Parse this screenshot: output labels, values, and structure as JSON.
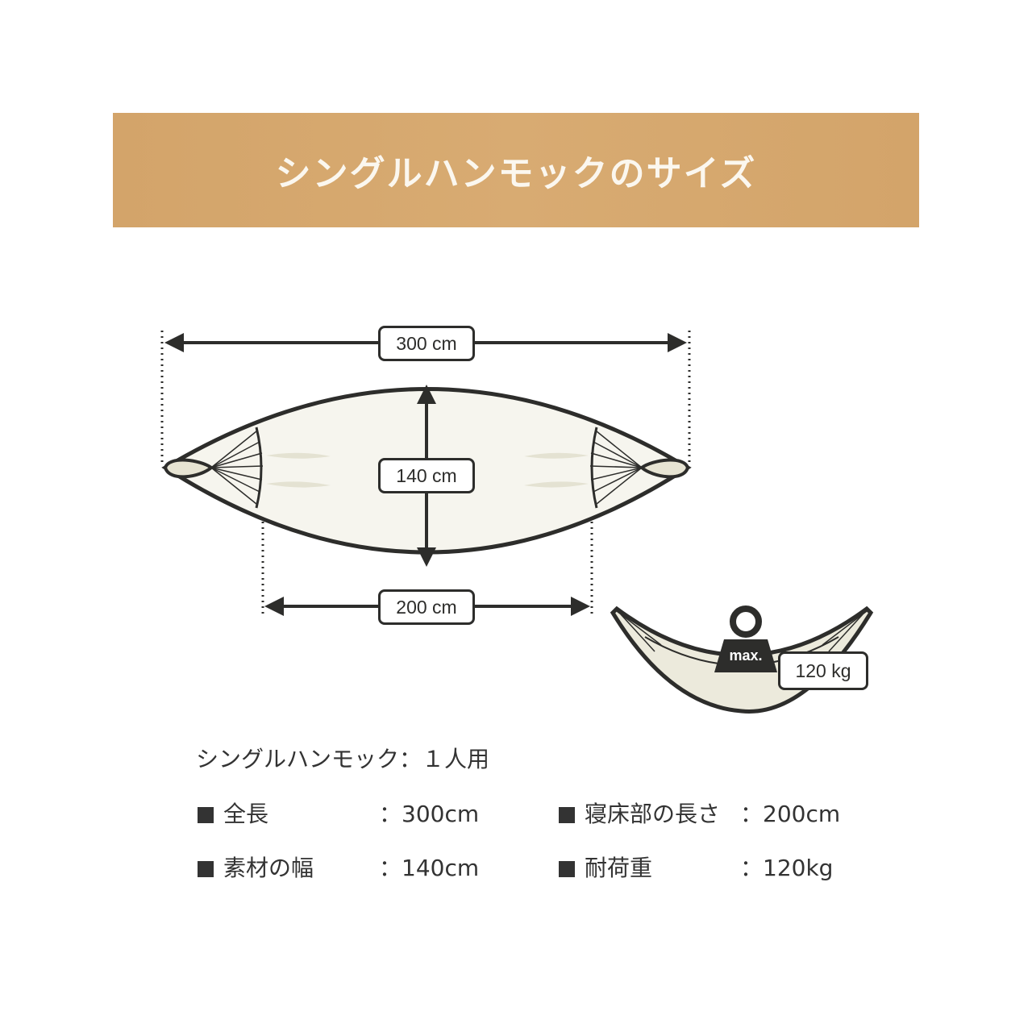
{
  "banner": {
    "title": "シングルハンモックのサイズ"
  },
  "diagram": {
    "total_length_label": "300 cm",
    "width_label": "140 cm",
    "bed_length_label": "200 cm",
    "weight_badge": "max.",
    "max_load_label": "120 kg"
  },
  "summary": "シングルハンモック：１人用",
  "specs": [
    {
      "label": "全長",
      "value": "：300cm"
    },
    {
      "label": "寝床部の長さ",
      "value": "：200cm"
    },
    {
      "label": "素材の幅",
      "value": "：140cm"
    },
    {
      "label": "耐荷重",
      "value": "：120kg"
    }
  ],
  "colors": {
    "banner": "#d5a76d",
    "outline": "#2d2d2b",
    "fabric": "#f6f5ee",
    "fabric_shade": "#e4e2d2"
  }
}
